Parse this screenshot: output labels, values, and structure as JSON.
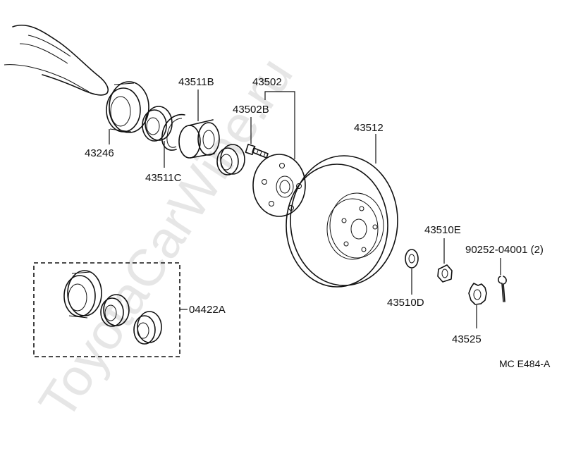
{
  "watermark": "ToyotaCarWine.ru",
  "labels": {
    "p43246": "43246",
    "p43511B": "43511B",
    "p43511C": "43511C",
    "p43502": "43502",
    "p43502B": "43502B",
    "p43512": "43512",
    "p43510E": "43510E",
    "p43510D": "43510D",
    "p90252": "90252-04001 (2)",
    "p43525": "43525",
    "p04422A": "04422A"
  },
  "diagram_code": "MC E484-A"
}
